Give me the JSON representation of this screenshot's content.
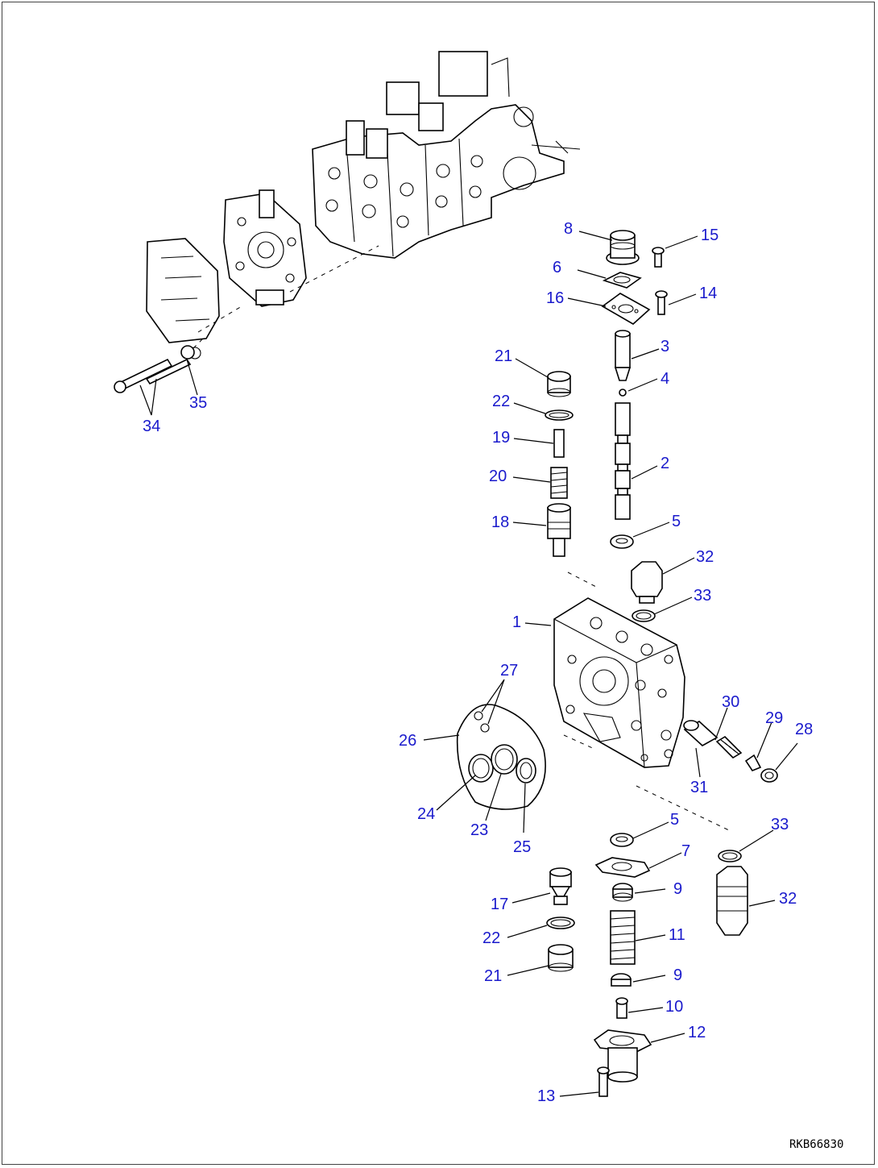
{
  "drawing_code": "RKB66830",
  "callouts": {
    "c1": "1",
    "c2": "2",
    "c3": "3",
    "c4": "4",
    "c5a": "5",
    "c5b": "5",
    "c6": "6",
    "c7": "7",
    "c8": "8",
    "c9a": "9",
    "c9b": "9",
    "c10": "10",
    "c11": "11",
    "c12": "12",
    "c13": "13",
    "c14": "14",
    "c15": "15",
    "c16": "16",
    "c17": "17",
    "c18": "18",
    "c19": "19",
    "c20": "20",
    "c21a": "21",
    "c21b": "21",
    "c22a": "22",
    "c22b": "22",
    "c23": "23",
    "c24": "24",
    "c25": "25",
    "c26": "26",
    "c27": "27",
    "c28": "28",
    "c29": "29",
    "c30": "30",
    "c31": "31",
    "c32a": "32",
    "c32b": "32",
    "c33a": "33",
    "c33b": "33",
    "c34": "34",
    "c35": "35"
  }
}
